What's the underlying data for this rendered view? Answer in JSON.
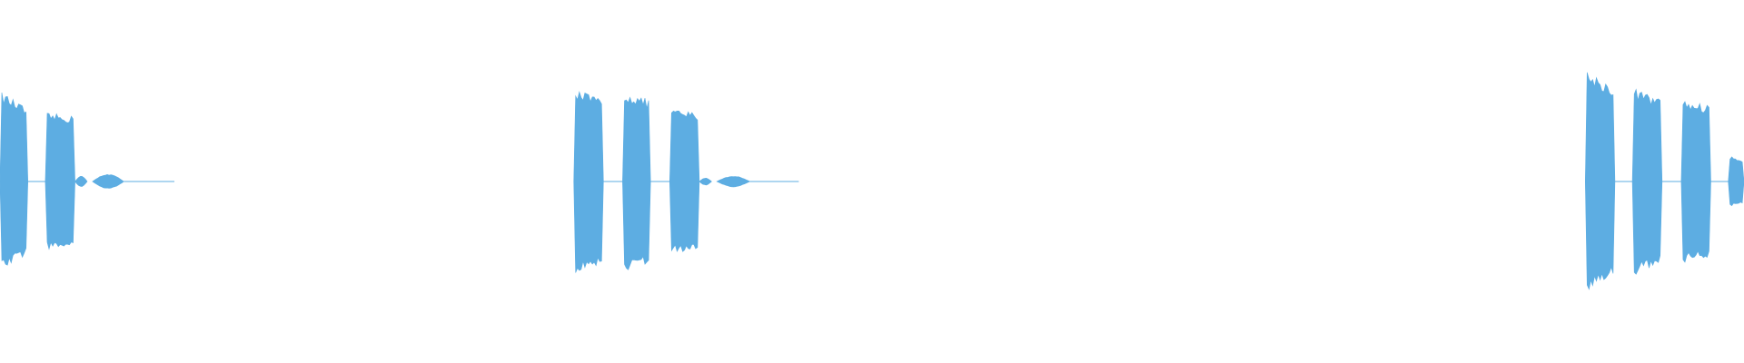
{
  "colors": {
    "background": "#ffffff",
    "waveform": "#5dade2"
  },
  "audio_clips": [
    {
      "segments": [
        {
          "type": "burst",
          "start": 0.0,
          "end": 0.016,
          "amp": 0.5,
          "tail_amp": 0.4
        },
        {
          "type": "line",
          "start": 0.016,
          "end": 0.026
        },
        {
          "type": "burst",
          "start": 0.026,
          "end": 0.043,
          "amp": 0.38,
          "tail_amp": 0.36
        },
        {
          "type": "blip",
          "start": 0.043,
          "end": 0.05,
          "amp": 0.03
        },
        {
          "type": "blip",
          "start": 0.053,
          "end": 0.071,
          "amp": 0.04
        },
        {
          "type": "line",
          "start": 0.071,
          "end": 0.1
        }
      ]
    },
    {
      "segments": [
        {
          "type": "burst",
          "start": 0.329,
          "end": 0.346,
          "amp": 0.52,
          "tail_amp": 0.45
        },
        {
          "type": "line",
          "start": 0.346,
          "end": 0.357
        },
        {
          "type": "burst",
          "start": 0.357,
          "end": 0.373,
          "amp": 0.5,
          "tail_amp": 0.45
        },
        {
          "type": "line",
          "start": 0.373,
          "end": 0.384
        },
        {
          "type": "burst",
          "start": 0.384,
          "end": 0.401,
          "amp": 0.4,
          "tail_amp": 0.38
        },
        {
          "type": "blip",
          "start": 0.401,
          "end": 0.408,
          "amp": 0.02
        },
        {
          "type": "blip",
          "start": 0.411,
          "end": 0.43,
          "amp": 0.03
        },
        {
          "type": "line",
          "start": 0.43,
          "end": 0.458
        }
      ]
    },
    {
      "segments": [
        {
          "type": "burst",
          "start": 0.909,
          "end": 0.926,
          "amp": 0.62,
          "tail_amp": 0.52
        },
        {
          "type": "line",
          "start": 0.926,
          "end": 0.936
        },
        {
          "type": "burst",
          "start": 0.936,
          "end": 0.953,
          "amp": 0.52,
          "tail_amp": 0.45
        },
        {
          "type": "line",
          "start": 0.953,
          "end": 0.964
        },
        {
          "type": "burst",
          "start": 0.964,
          "end": 0.981,
          "amp": 0.45,
          "tail_amp": 0.42
        },
        {
          "type": "line",
          "start": 0.981,
          "end": 0.991
        },
        {
          "type": "burst",
          "start": 0.991,
          "end": 1.0,
          "amp": 0.14,
          "tail_amp": 0.12
        }
      ]
    }
  ]
}
